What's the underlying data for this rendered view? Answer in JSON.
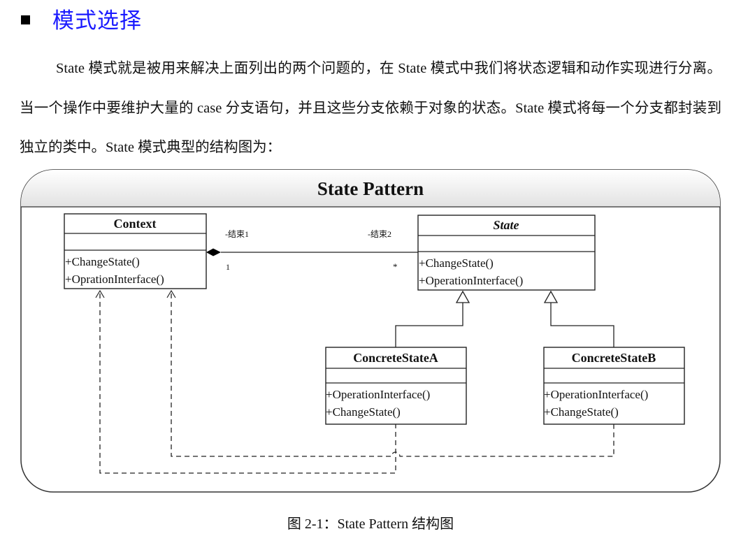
{
  "section": {
    "bullet_icon": "black-square",
    "title": "模式选择",
    "title_color": "#1a1aff"
  },
  "paragraph": "State 模式就是被用来解决上面列出的两个问题的，在 State 模式中我们将状态逻辑和动作实现进行分离。当一个操作中要维护大量的 case 分支语句，并且这些分支依赖于对象的状态。State 模式将每一个分支都封装到独立的类中。State 模式典型的结构图为：",
  "diagram": {
    "title": "State Pattern",
    "context": {
      "name": "Context",
      "methods": [
        "+ChangeState()",
        "+OprationInterface()"
      ]
    },
    "state": {
      "name": "State",
      "methods": [
        "+ChangeState()",
        "+OperationInterface()"
      ]
    },
    "concrete_a": {
      "name": "ConcreteStateA",
      "methods": [
        "+OperationInterface()",
        "+ChangeState()"
      ]
    },
    "concrete_b": {
      "name": "ConcreteStateB",
      "methods": [
        "+OperationInterface()",
        "+ChangeState()"
      ]
    },
    "association": {
      "end1_label": "-结束1",
      "end2_label": "-结束2",
      "end1_multiplicity": "1",
      "end2_multiplicity": "*"
    }
  },
  "caption": "图 2-1：State Pattern 结构图"
}
